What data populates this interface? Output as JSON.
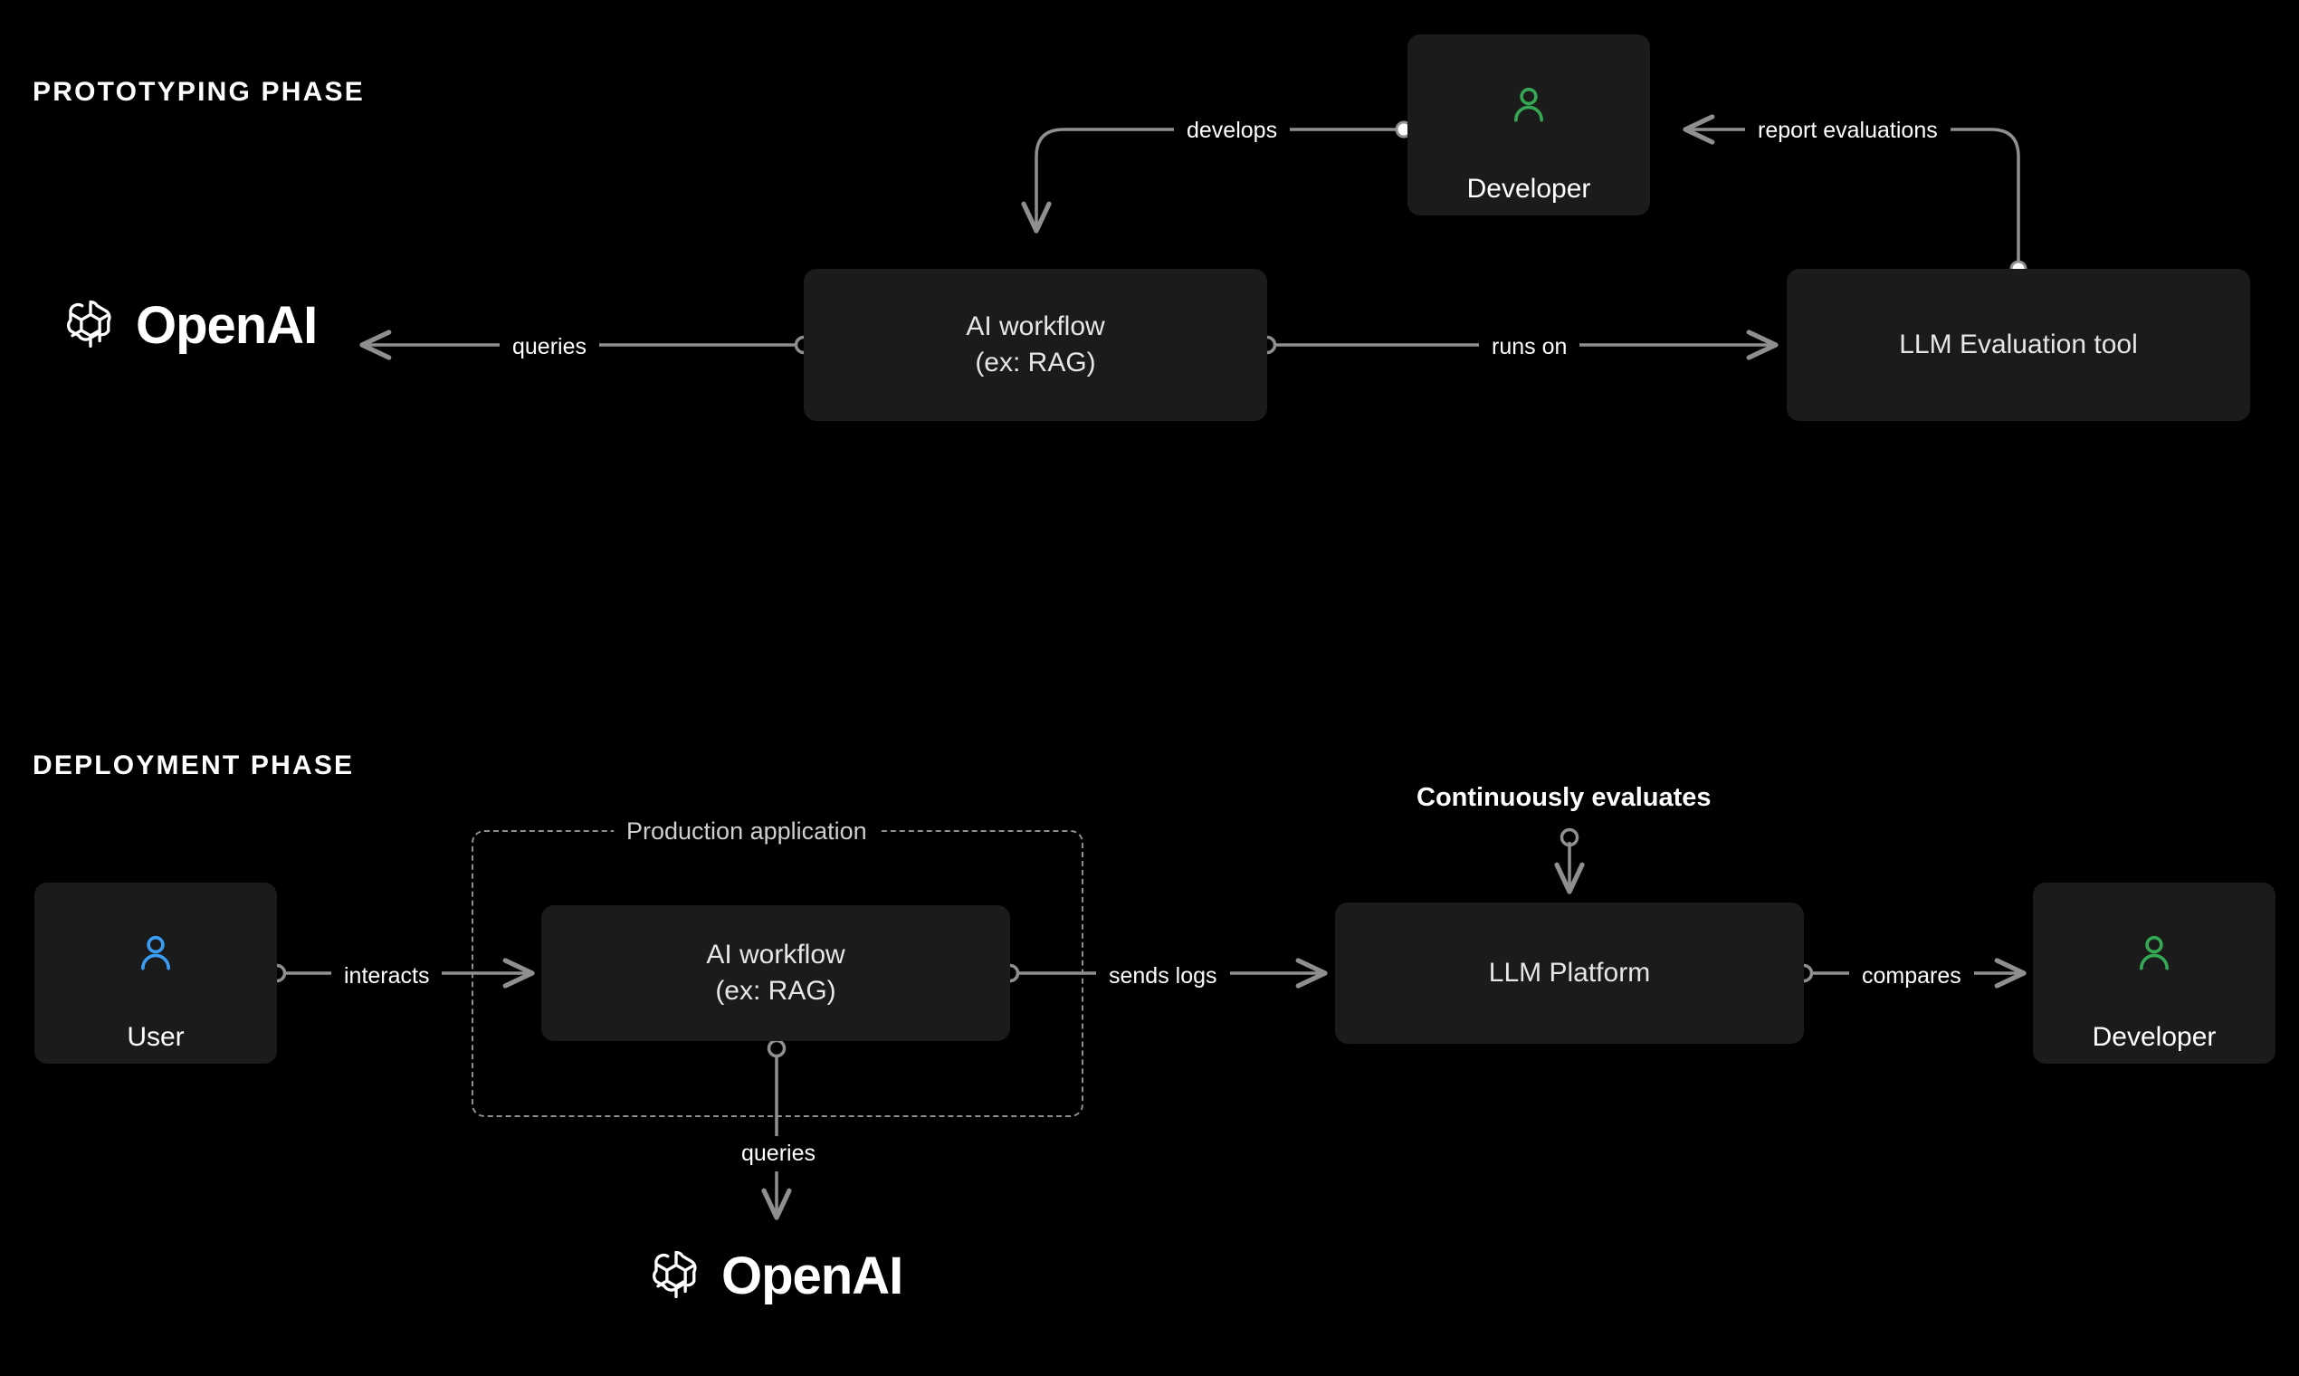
{
  "diagram": {
    "title_prototyping": "PROTOTYPING PHASE",
    "title_deployment": "DEPLOYMENT PHASE"
  },
  "colors": {
    "background": "#000000",
    "node_fill": "#1b1b1b",
    "edge": "#8f8f8f",
    "developer_icon": "#34a853",
    "user_icon": "#3b9ef5",
    "text_primary": "#ffffff",
    "text_node": "#e6e6e6",
    "dashed_border": "#8f8f8f"
  },
  "prototyping": {
    "nodes": {
      "openai": {
        "wordmark": "OpenAI",
        "icon": "openai-logo-icon"
      },
      "ai_workflow": {
        "label": "AI workflow\n(ex: RAG)"
      },
      "developer": {
        "label": "Developer",
        "icon": "person-icon"
      },
      "eval_tool": {
        "label": "LLM Evaluation tool"
      }
    },
    "edges": [
      {
        "label": "develops",
        "from": "developer",
        "to": "ai_workflow"
      },
      {
        "label": "report evaluations",
        "from": "eval_tool",
        "to": "developer"
      },
      {
        "label": "queries",
        "from": "ai_workflow",
        "to": "openai"
      },
      {
        "label": "runs on",
        "from": "ai_workflow",
        "to": "eval_tool"
      }
    ]
  },
  "deployment": {
    "group": {
      "label": "Production application"
    },
    "nodes": {
      "user": {
        "label": "User",
        "icon": "person-icon"
      },
      "ai_workflow": {
        "label": "AI workflow\n(ex: RAG)"
      },
      "llm_platform": {
        "label": "LLM Platform"
      },
      "developer": {
        "label": "Developer",
        "icon": "person-icon"
      },
      "openai": {
        "wordmark": "OpenAI",
        "icon": "openai-logo-icon"
      }
    },
    "edges": [
      {
        "label": "interacts",
        "from": "user",
        "to": "ai_workflow"
      },
      {
        "label": "sends logs",
        "from": "ai_workflow",
        "to": "llm_platform"
      },
      {
        "label": "compares",
        "from": "llm_platform",
        "to": "developer"
      },
      {
        "label": "queries",
        "from": "ai_workflow",
        "to": "openai"
      },
      {
        "label": "Continuously evaluates",
        "from": "",
        "to": "llm_platform"
      }
    ]
  }
}
